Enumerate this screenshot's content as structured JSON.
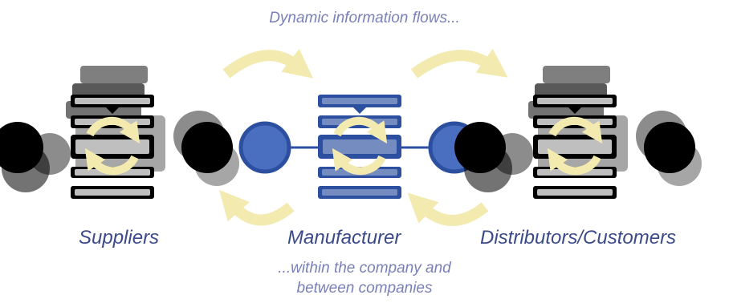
{
  "captions": {
    "top": "Dynamic information flows...",
    "bottom_line1": "...within the company and",
    "bottom_line2": "between companies"
  },
  "groups": [
    {
      "label": "Suppliers",
      "color_main": "#1a9ab0",
      "color_fill": "#c8dce8",
      "color_ghost": "#bccbe6"
    },
    {
      "label": "Manufacturer",
      "color_main": "#2c4fa0",
      "color_fill": "#4a6ec0",
      "color_ghost": "#8fa4d4"
    },
    {
      "label": "Distributors/Customers",
      "color_main": "#e03a20",
      "color_fill": "#f06a4a",
      "color_ghost": "#f6b89a"
    }
  ],
  "colors": {
    "arrow": "#f3eab0",
    "caption": "#7a80b8",
    "label": "#3a4a8a"
  },
  "icons": [
    "cycle-arrows-icon",
    "flow-arrow-icon"
  ]
}
